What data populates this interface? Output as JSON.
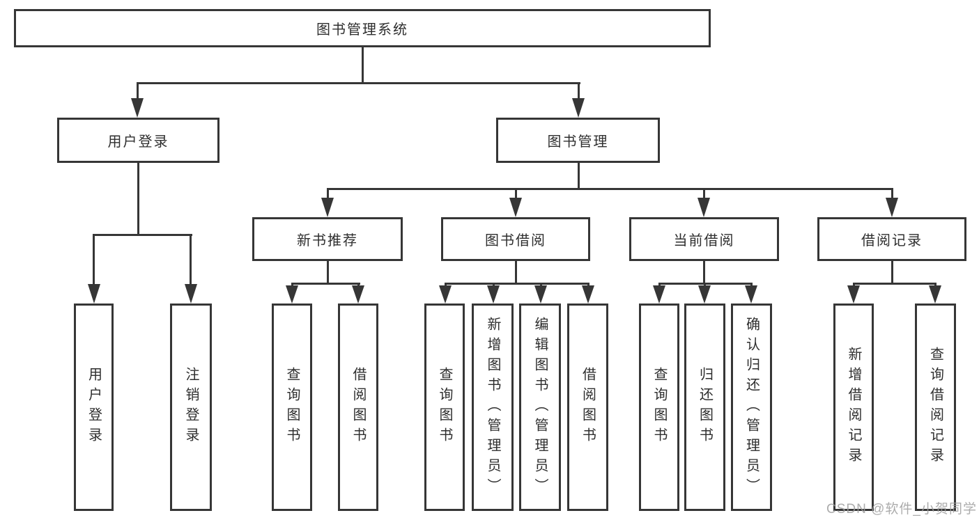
{
  "diagram": {
    "root": {
      "label": "图书管理系统"
    },
    "branches": [
      {
        "label": "用户登录",
        "children": [
          {
            "label": "用户登录"
          },
          {
            "label": "注销登录"
          }
        ]
      },
      {
        "label": "图书管理",
        "children": [
          {
            "label": "新书推荐",
            "children": [
              {
                "label": "查询图书"
              },
              {
                "label": "借阅图书"
              }
            ]
          },
          {
            "label": "图书借阅",
            "children": [
              {
                "label": "查询图书"
              },
              {
                "label": "新增图书（管理员）"
              },
              {
                "label": "编辑图书（管理员）"
              },
              {
                "label": "借阅图书"
              }
            ]
          },
          {
            "label": "当前借阅",
            "children": [
              {
                "label": "查询图书"
              },
              {
                "label": "归还图书"
              },
              {
                "label": "确认归还（管理员）"
              }
            ]
          },
          {
            "label": "借阅记录",
            "children": [
              {
                "label": "新增借阅记录"
              },
              {
                "label": "查询借阅记录"
              }
            ]
          }
        ]
      }
    ]
  },
  "watermark": {
    "text": "CSDN @软件_小贺同学"
  },
  "colors": {
    "line": "#363636",
    "text": "#2e2e2e",
    "background": "#ffffff",
    "watermark": "#9e9e9e"
  }
}
